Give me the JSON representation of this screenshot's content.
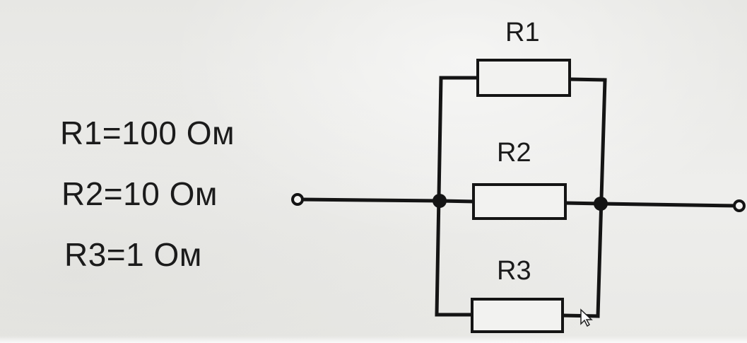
{
  "given_values": [
    {
      "text": "R1=100 Ом"
    },
    {
      "text": "R2=10 Ом"
    },
    {
      "text": "R3=1 Ом"
    }
  ],
  "circuit": {
    "topology": "parallel",
    "resistor_labels": {
      "r1": "R1",
      "r2": "R2",
      "r3": "R3"
    }
  }
}
